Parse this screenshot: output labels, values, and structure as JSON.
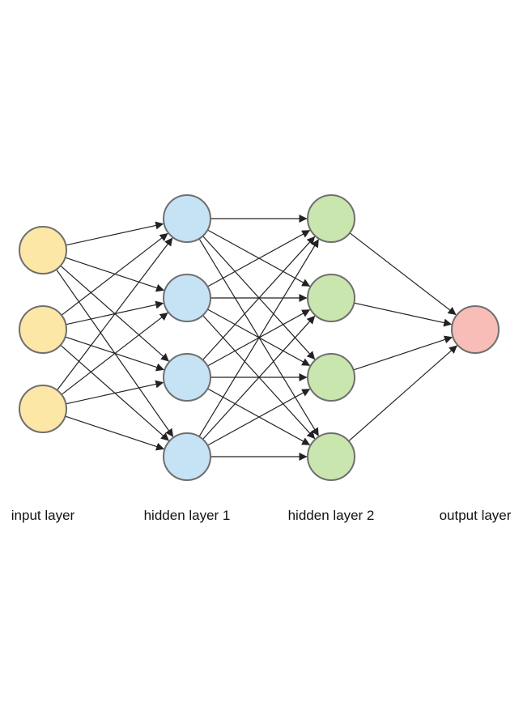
{
  "layers": [
    {
      "label": "input layer",
      "count": 3,
      "color": "#FDE7A6"
    },
    {
      "label": "hidden layer 1",
      "count": 4,
      "color": "#C6E2F5"
    },
    {
      "label": "hidden layer 2",
      "count": 4,
      "color": "#C9E6AE"
    },
    {
      "label": "output layer",
      "count": 1,
      "color": "#F8BDB7"
    }
  ],
  "node_stroke": "#6F6F6F",
  "edge_color": "#222222",
  "connectivity": "fully-connected"
}
